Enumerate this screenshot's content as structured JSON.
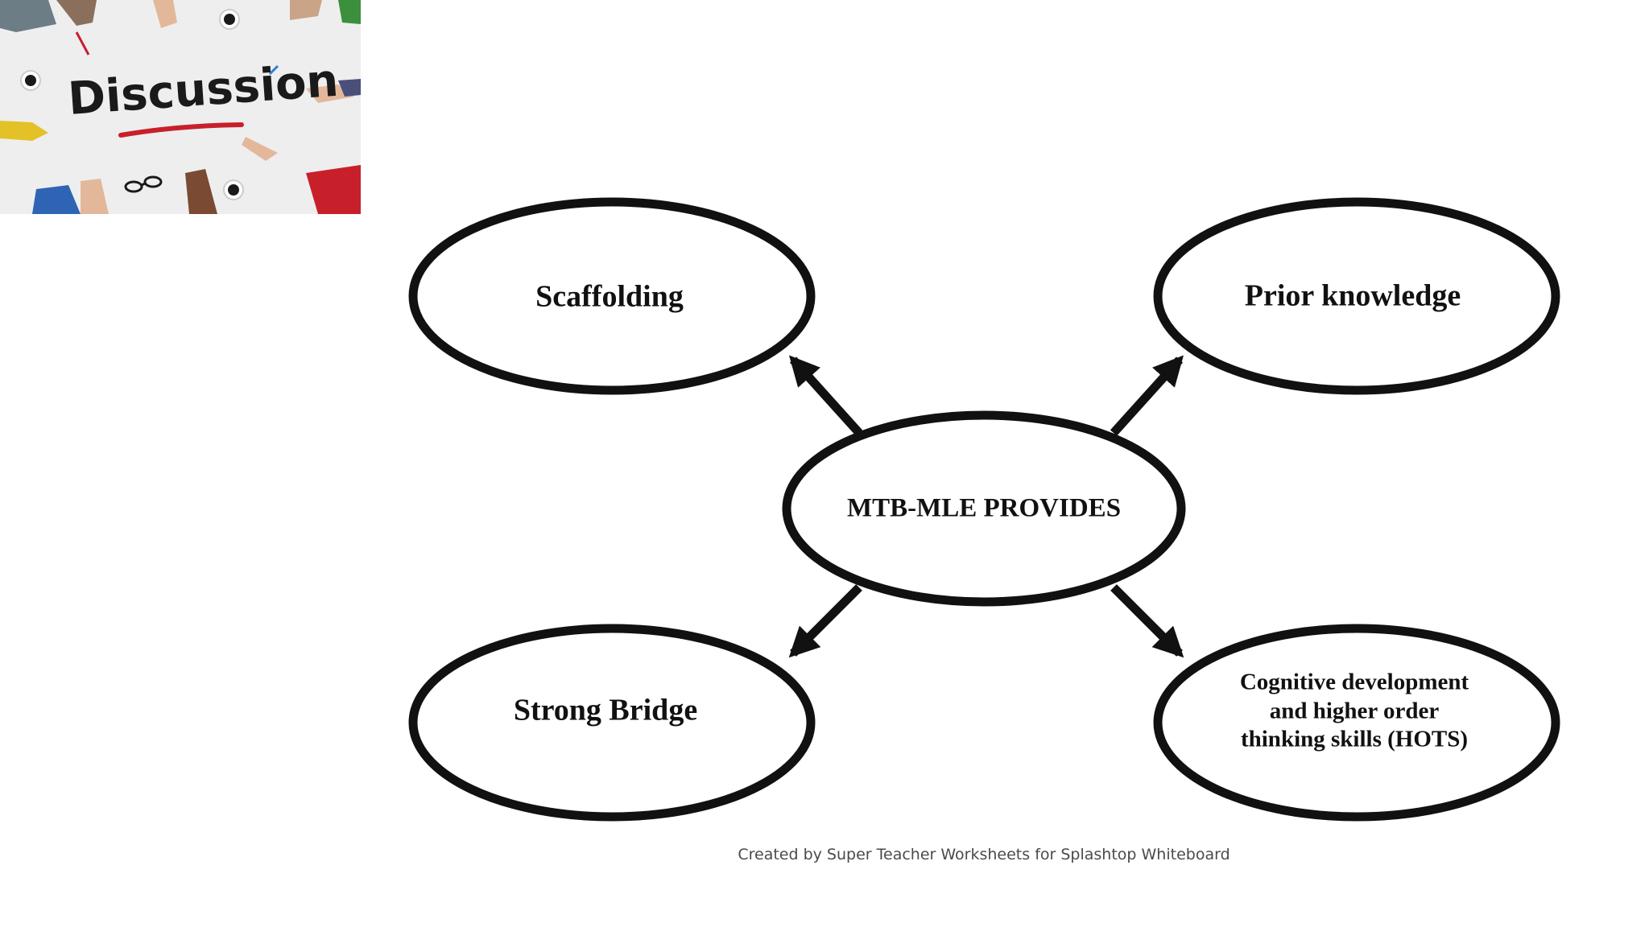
{
  "photo": {
    "word": "Discussion"
  },
  "center": {
    "label": "MTB-MLE PROVIDES"
  },
  "nodes": {
    "top_left": {
      "label": "Scaffolding"
    },
    "top_right": {
      "label": "Prior knowledge"
    },
    "bottom_left": {
      "label": "Strong Bridge"
    },
    "bottom_right": {
      "lines": [
        "Cognitive development",
        "and higher order",
        "thinking skills (HOTS)"
      ]
    }
  },
  "credit": "Created by Super Teacher Worksheets for Splashtop Whiteboard",
  "colors": {
    "stroke": "#111111",
    "background": "#ffffff",
    "photo_underline": "#c8202a"
  }
}
